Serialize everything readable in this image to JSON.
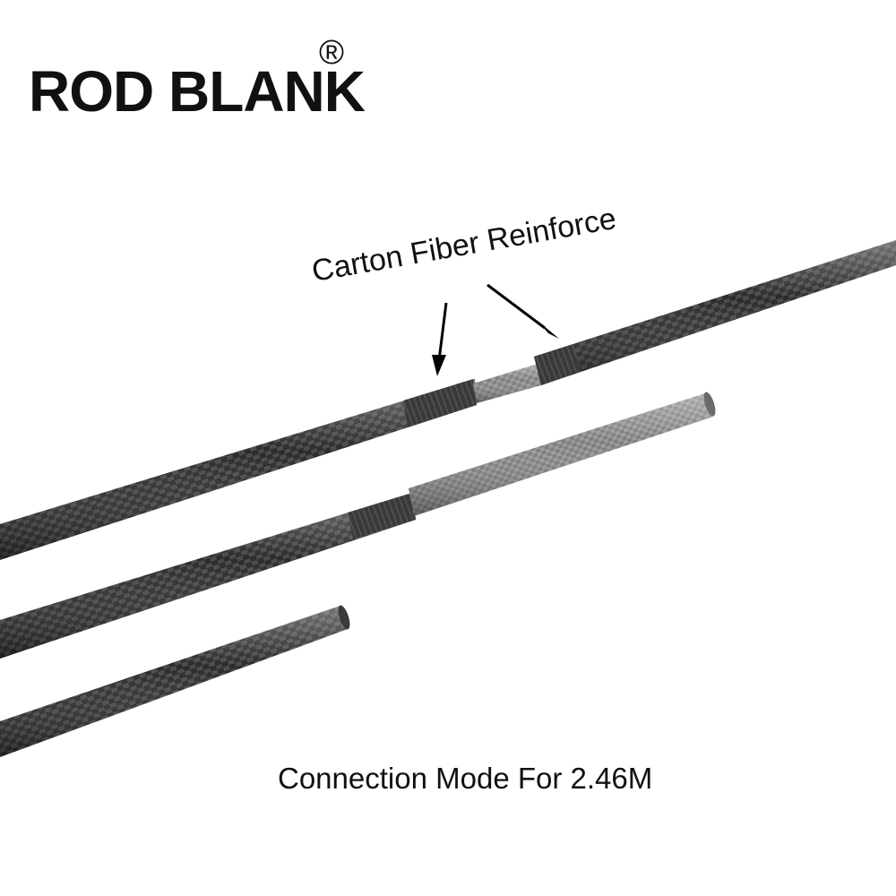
{
  "brand": {
    "name": "ROD BLANK",
    "mark": "®"
  },
  "callout": {
    "label": "Carton Fiber Reinforce"
  },
  "caption": {
    "text": "Connection Mode For 2.46M"
  },
  "colors": {
    "background": "#ffffff",
    "rod_dark": "#2a2a2a",
    "rod_mid": "#5a5a5a",
    "ferrule_light": "#8a8a8a",
    "text": "#111111"
  }
}
